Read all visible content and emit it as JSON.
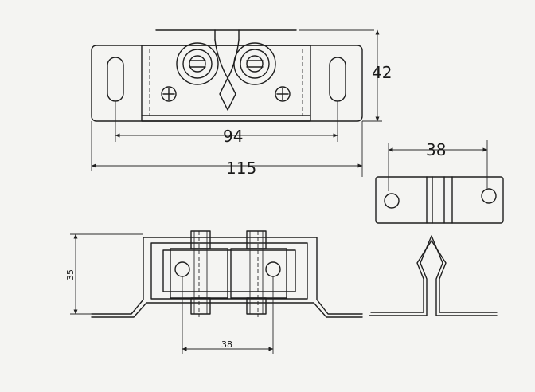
{
  "dimensions": {
    "top_height": "42",
    "top_hole_spacing": "94",
    "top_overall_width": "115",
    "plate_hole_spacing": "38",
    "front_height": "35",
    "front_hole_spacing": "38"
  }
}
